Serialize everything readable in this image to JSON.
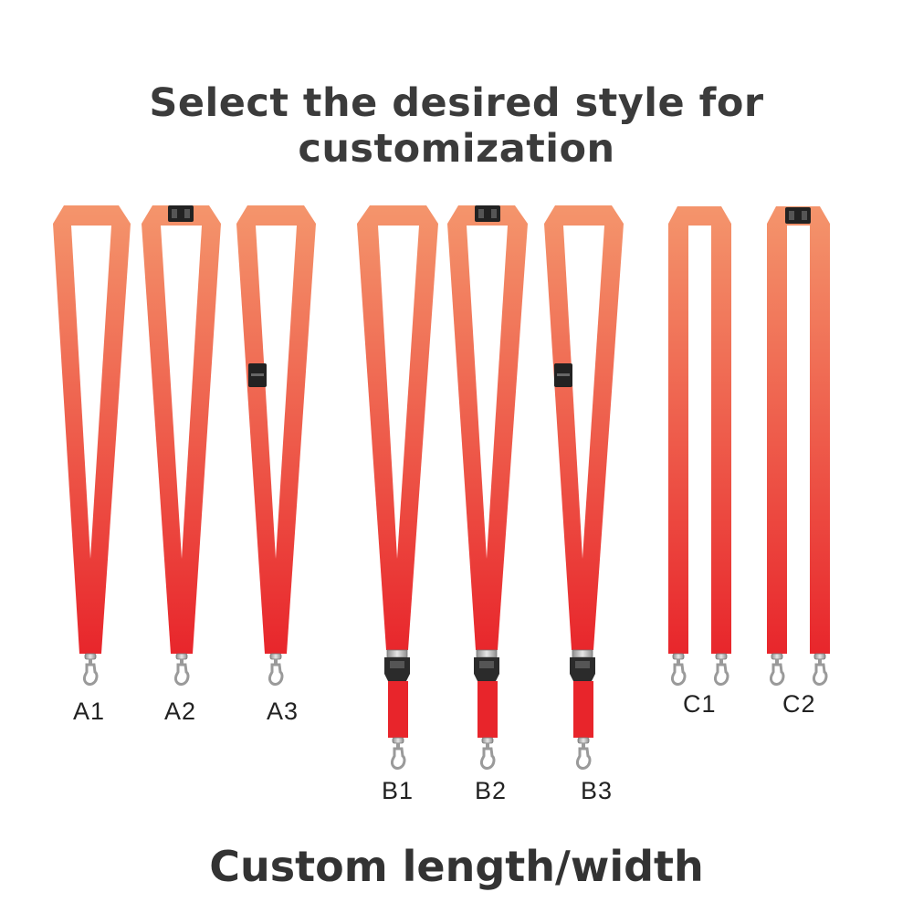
{
  "heading": "Select the desired style for customization",
  "footer": "Custom length/width",
  "colors": {
    "strap_top": "#f4956c",
    "strap_bottom": "#e8252b",
    "hardware": "#2b2b2b",
    "metal": "#b8b8b8"
  },
  "styles": [
    {
      "label": "A1",
      "features": "plain-v"
    },
    {
      "label": "A2",
      "features": "safety-breakaway-top"
    },
    {
      "label": "A3",
      "features": "buckle-side"
    },
    {
      "label": "B1",
      "features": "detachable-buckle"
    },
    {
      "label": "B2",
      "features": "safety-breakaway-top, detachable-buckle"
    },
    {
      "label": "B3",
      "features": "buckle-side, detachable-buckle"
    },
    {
      "label": "C1",
      "features": "double-ended"
    },
    {
      "label": "C2",
      "features": "safety-breakaway-top, double-ended"
    }
  ]
}
